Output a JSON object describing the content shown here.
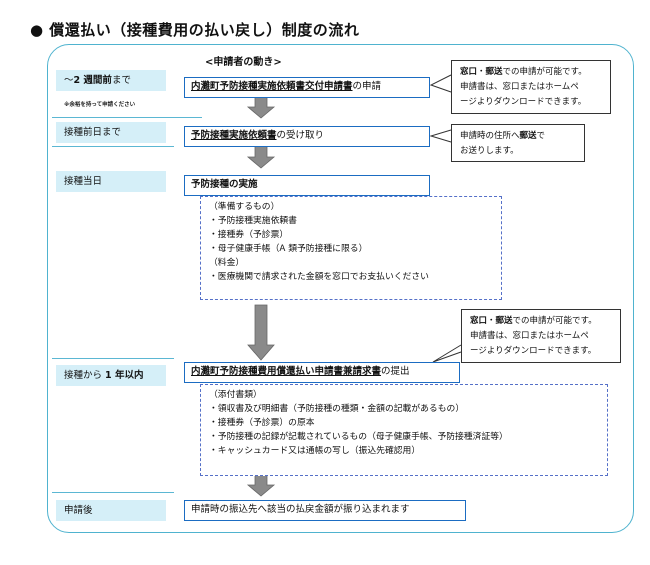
{
  "title": "● 償還払い（接種費用の払い戻し）制度の流れ",
  "heading": "<申請者の動き>",
  "stages": [
    {
      "prefix": "〜",
      "bold": "2 週間前",
      "suffix": "まで",
      "note": "※余裕を持って申請ください"
    },
    {
      "prefix": "接種前日まで",
      "bold": "",
      "suffix": ""
    },
    {
      "prefix": "接種当日",
      "bold": "",
      "suffix": ""
    },
    {
      "prefix": "接種から ",
      "bold": "1 年以内",
      "suffix": ""
    },
    {
      "prefix": "申請後",
      "bold": "",
      "suffix": ""
    }
  ],
  "steps": {
    "step1": {
      "main": "内灘町予防接種実施依頼書交付申請書",
      "rest": "の申請"
    },
    "step2": {
      "main": "予防接種実施依頼書",
      "rest": "の受け取り"
    },
    "step3": {
      "main": "予防接種の実施",
      "rest": ""
    },
    "step4": {
      "main": "内灘町予防接種費用償還払い申請書兼請求書",
      "rest": "の提出"
    },
    "step5": {
      "main": "申請時の振込先へ該当の払戻金額が振り込まれます",
      "rest": ""
    }
  },
  "prep_box": [
    "（準備するもの）",
    "・予防接種実施依頼書",
    "・接種券（予診票）",
    "・母子健康手帳（A 類予防接種に限る）",
    "（料金）",
    "・医療機関で請求された金額を窓口でお支払いください"
  ],
  "attach_box": [
    "（添付書類）",
    "・領収書及び明細書（予防接種の種類・金額の記載があるもの）",
    "・接種券（予診票）の原本",
    "・予防接種の記録が記載されているもの（母子健康手帳、予防接種済証等）",
    "・キャッシュカード又は通帳の写し（振込先確認用）"
  ],
  "note1": {
    "b1": "窓口",
    "sep": "・",
    "b2": "郵送",
    "l1": "での申請が可能です。",
    "l2": "申請書は、窓口またはホームペ",
    "l3": "ージよりダウンロードできます。"
  },
  "note2": {
    "l1a": "申請時の住所へ",
    "l1b": "郵送",
    "l1c": "で",
    "l2": "お送りします。"
  },
  "note3": {
    "b1": "窓口",
    "sep": "・",
    "b2": "郵送",
    "l1": "での申請が可能です。",
    "l2": "申請書は、窓口またはホームペ",
    "l3": "ージよりダウンロードできます。"
  },
  "colors": {
    "frame": "#4fb3cf",
    "stage_bg": "#d5eff8",
    "step_border": "#1b6cc2",
    "dash_border": "#5570c8",
    "arrow": "#8a8a8a"
  }
}
